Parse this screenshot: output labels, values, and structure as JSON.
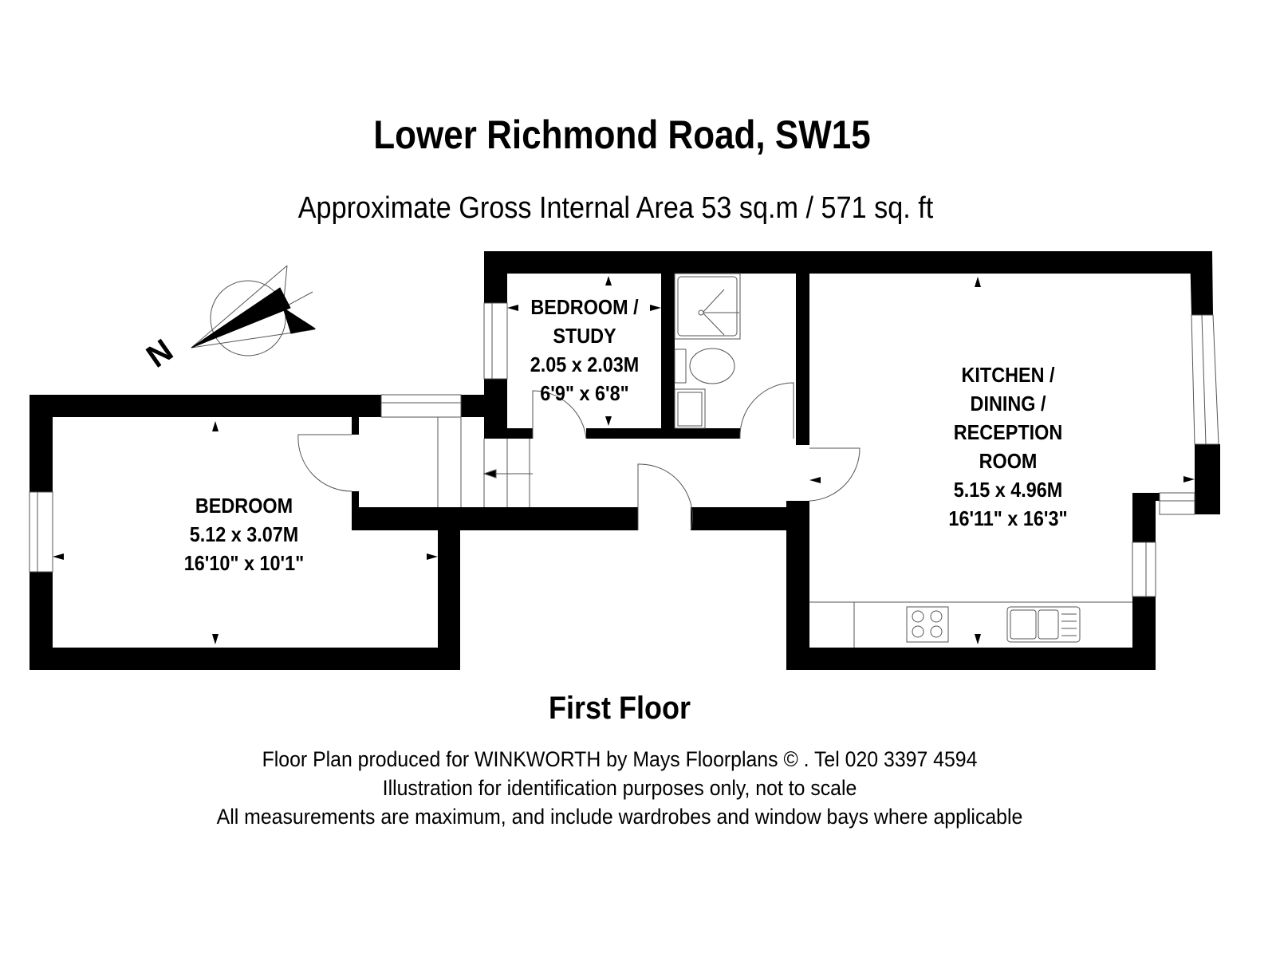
{
  "header": {
    "title": "Lower Richmond Road, SW15",
    "area": "Approximate Gross Internal Area 53 sq.m  /  571 sq. ft"
  },
  "compass": {
    "label": "N"
  },
  "rooms": [
    {
      "name": "BEDROOM",
      "metric": "5.12 x 3.07M",
      "imperial": "16'10\" x 10'1\""
    },
    {
      "name_lines": [
        "BEDROOM /",
        "STUDY"
      ],
      "metric": "2.05 x 2.03M",
      "imperial": "6'9\" x 6'8\""
    },
    {
      "name_lines": [
        "KITCHEN /",
        "DINING /",
        "RECEPTION",
        "ROOM"
      ],
      "metric": "5.15 x 4.96M",
      "imperial": "16'11\" x 16'3\""
    }
  ],
  "floor_label": "First Floor",
  "footer": [
    "Floor Plan produced for WINKWORTH by Mays Floorplans  © . Tel 020 3397 4594",
    "Illustration for identification purposes only, not to scale",
    "All measurements are maximum, and include wardrobes and window bays where applicable"
  ]
}
